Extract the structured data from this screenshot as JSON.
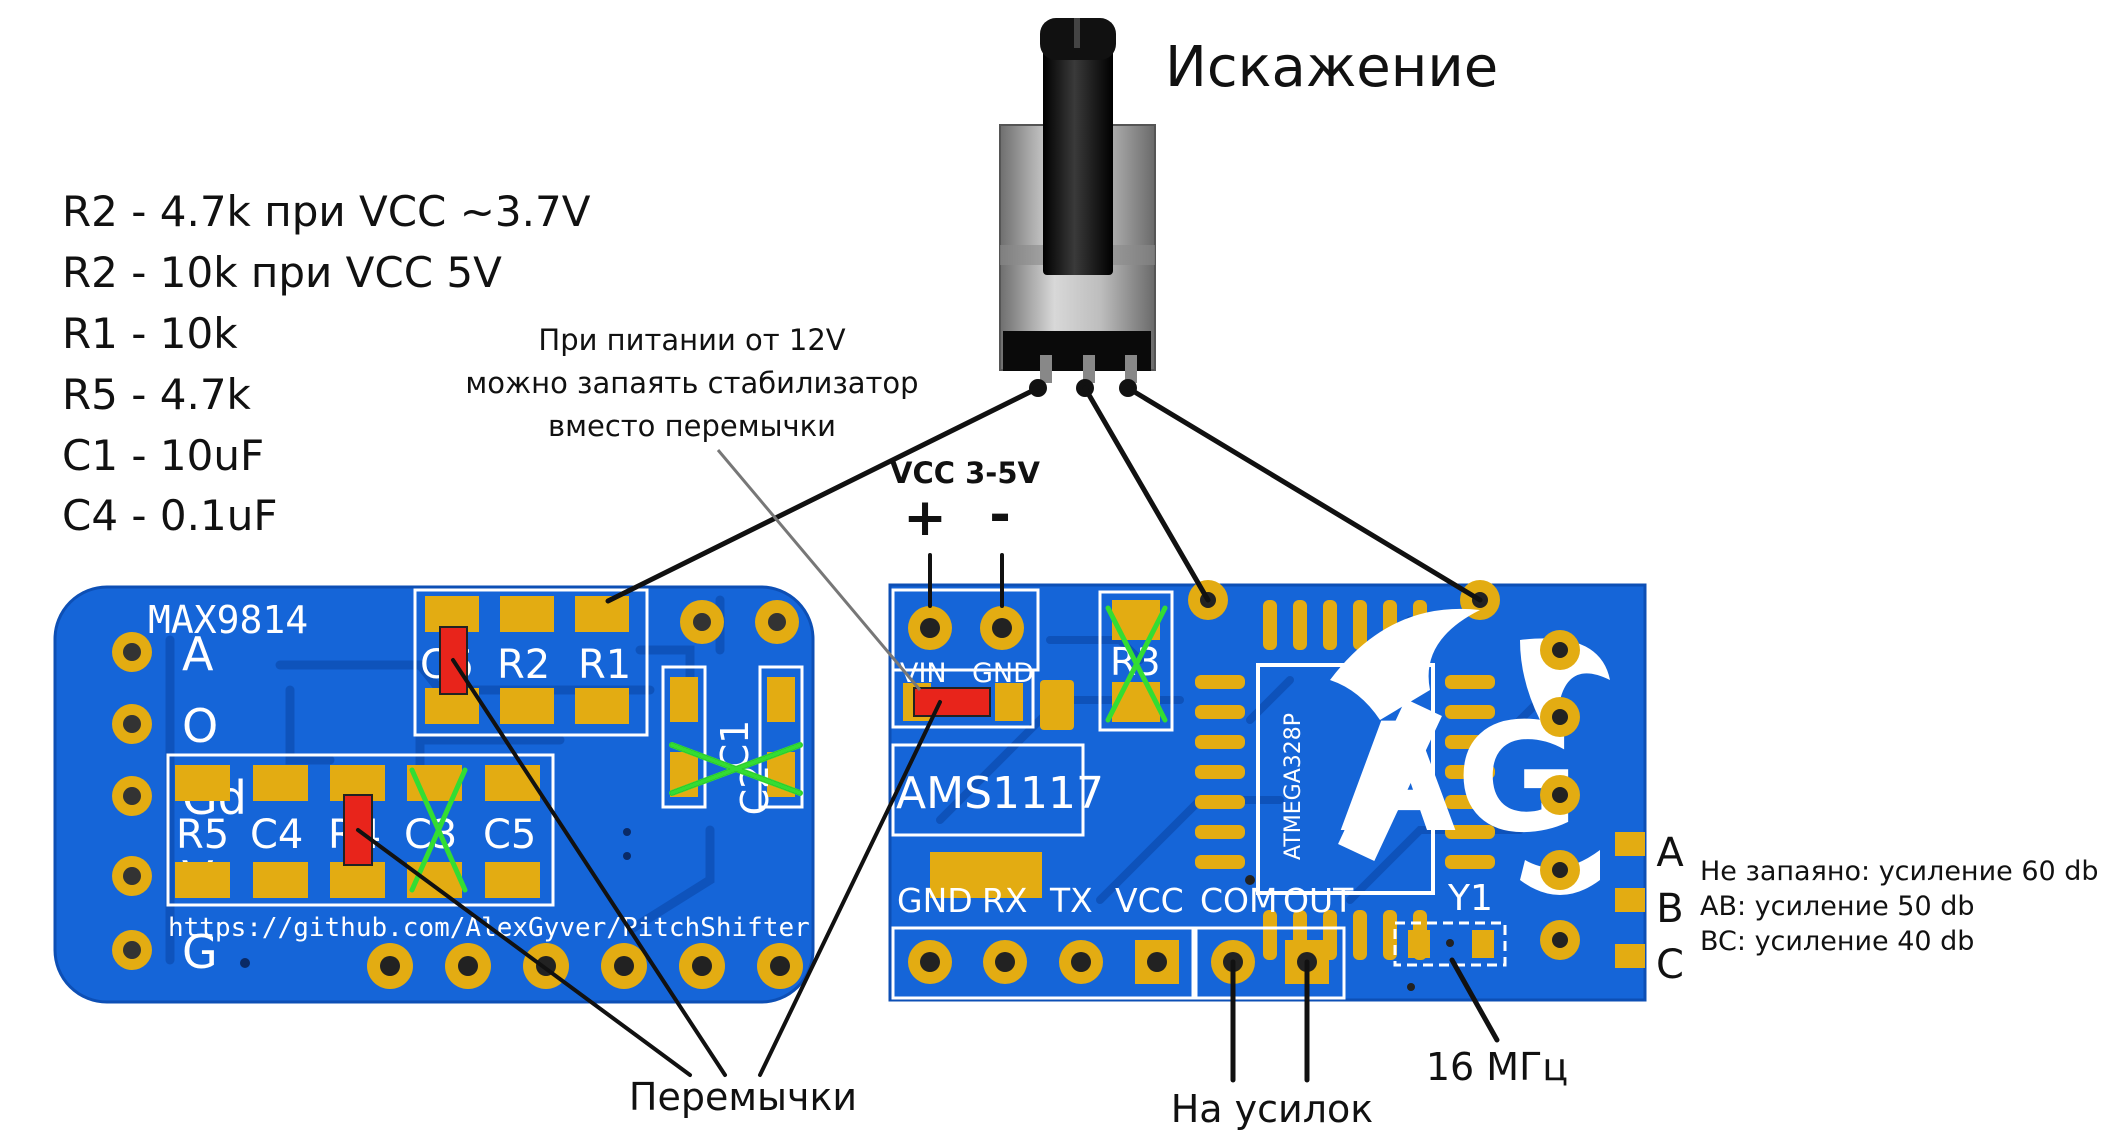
{
  "title": "Искажение",
  "component_values": [
    "R2 - 4.7k при VCC ~3.7V",
    "R2 - 10k при VCC 5V",
    "R1 - 10k",
    "R5 - 4.7k",
    "C1 - 10uF",
    "C4 - 0.1uF"
  ],
  "regulator_note": [
    "При питании от 12V",
    "можно запаять стабилизатор",
    "вместо перемычки"
  ],
  "power": {
    "label": "VCC 3-5V",
    "plus": "+",
    "minus": "-"
  },
  "jumpers_label": "Перемычки",
  "amp_label": "На усилок",
  "crystal_label": "16 МГц",
  "mic_board": {
    "name": "MAX9814",
    "pins": [
      "A",
      "O",
      "Gd",
      "V",
      "G"
    ],
    "parts_top": [
      "C6",
      "R2",
      "R1"
    ],
    "parts_bottom": [
      "R5",
      "C4",
      "R4",
      "C3",
      "C5"
    ],
    "caps_right": [
      "C2",
      "C1"
    ],
    "url": "https://github.com/AlexGyver/PitchShifter"
  },
  "mcu_board": {
    "vin": "VIN",
    "gnd": "GND",
    "r3": "R3",
    "regulator": "AMS1117",
    "chip": "ATMEGA328P",
    "logo": "AG",
    "crystal": "Y1",
    "header_pins": [
      "GND",
      "RX",
      "TX",
      "VCC",
      "COM",
      "OUT"
    ]
  },
  "gain": {
    "pads": [
      "A",
      "B",
      "C"
    ],
    "notes": [
      "Не запаяно: усиление 60 db",
      "AB: усиление 50 db",
      "BC: усиление 40 db"
    ]
  },
  "colors": {
    "pcb": "#1565d8",
    "pcb_dark": "#0d4fb5",
    "pad": "#e3ac12",
    "silk": "#ffffff",
    "jumper_red": "#e8241b",
    "cross_green": "#33dd33",
    "wire": "#111111"
  }
}
